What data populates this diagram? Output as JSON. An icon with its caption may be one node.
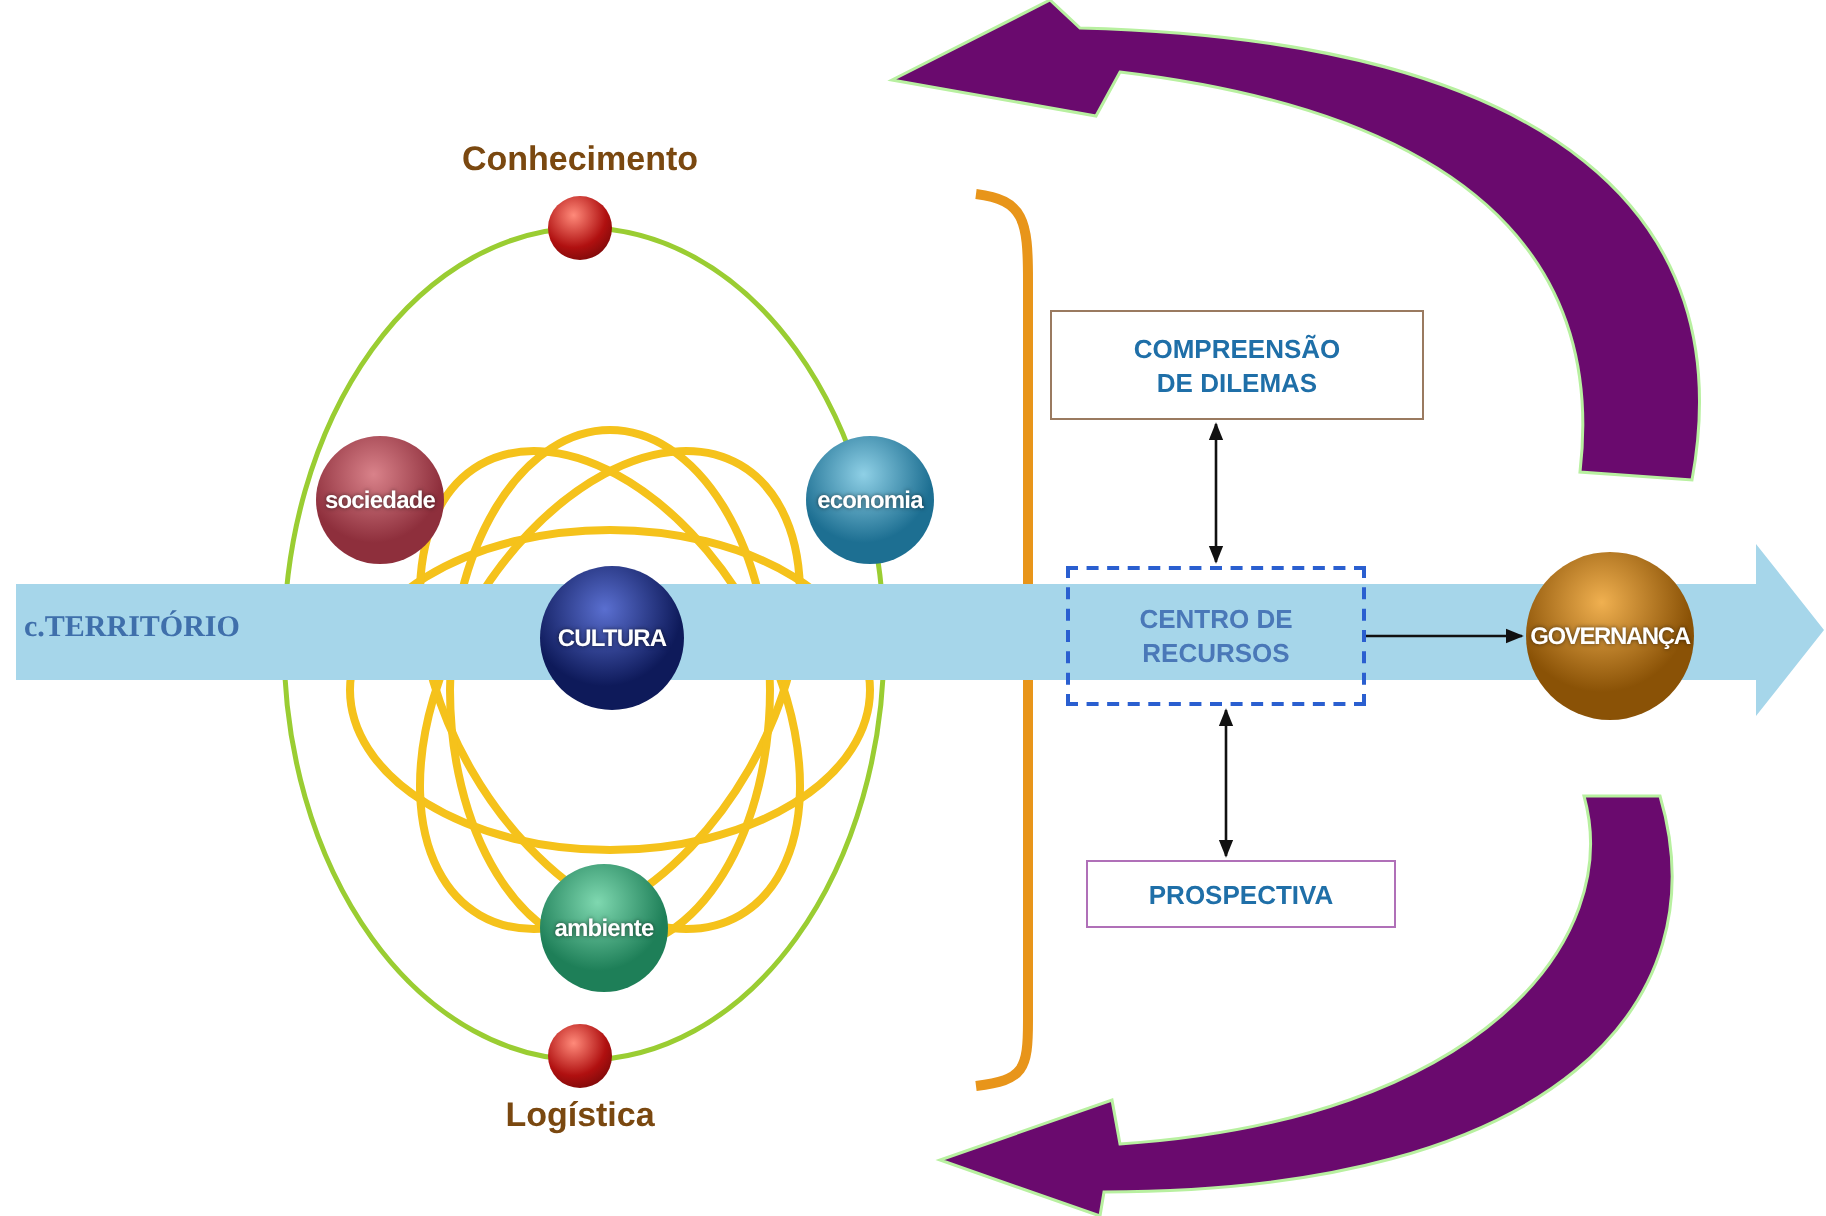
{
  "diagram": {
    "nodes": [
      {
        "text": [
          "c.TERRITÓRIO"
        ]
      },
      {
        "text": [
          "Conhecimento"
        ]
      },
      {
        "text": [
          "sociedade"
        ]
      },
      {
        "text": [
          "economia"
        ]
      },
      {
        "text": [
          "CULTURA"
        ],
        "in": 0
      },
      {
        "text": [
          "ambiente"
        ]
      },
      {
        "text": [
          "Logística"
        ]
      },
      {
        "text": [
          "COMPREENSÃO DE DILEMAS"
        ]
      },
      {
        "text": [
          "CENTRO DE RECURSOS"
        ],
        "in": 0
      },
      {
        "text": [
          "PROSPECTIVA"
        ]
      },
      {
        "text": [
          "GOVERNANÇA"
        ],
        "in": 0
      }
    ],
    "edges": [
      {
        "from": 7,
        "to": 8,
        "arrow": "both"
      },
      {
        "from": 8,
        "to": 9,
        "arrow": "both"
      },
      {
        "from": 8,
        "to": 10,
        "arrow": "to"
      }
    ]
  }
}
